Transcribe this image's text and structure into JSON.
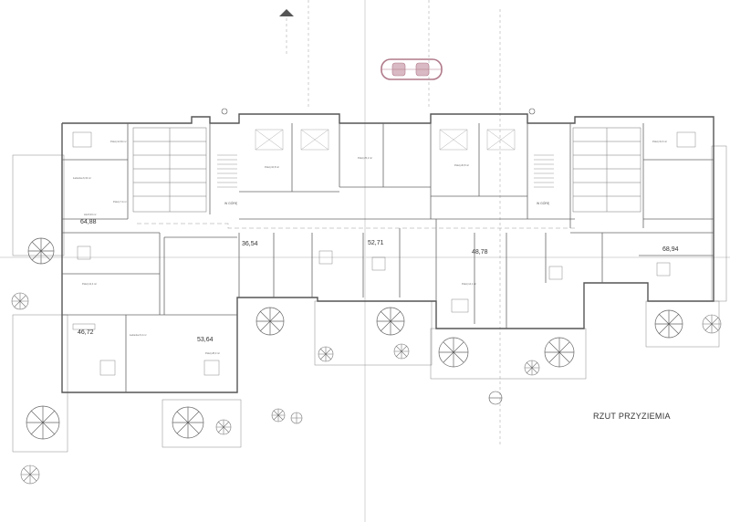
{
  "drawing": {
    "title": "RZUT PRZYZIEMIA",
    "stair_label": "W GÓRĘ",
    "colors": {
      "car": "#b07a8a",
      "lines": "#555555"
    }
  },
  "units": [
    {
      "id": "u1",
      "area": "64,88"
    },
    {
      "id": "u2",
      "area": "46,72"
    },
    {
      "id": "u3",
      "area": "36,54"
    },
    {
      "id": "u4",
      "area": "53,64"
    },
    {
      "id": "u5",
      "area": "52,71"
    },
    {
      "id": "u6",
      "area": "48,78"
    },
    {
      "id": "u7",
      "area": "68,94"
    }
  ],
  "rooms": {
    "r1": "Pokój 14,64 m²",
    "r2": "Łazienka 6,32 m²",
    "r3": "Pokój 7,4 m²",
    "r4": "Hol 8,33 m²",
    "r5": "Pokój 10,8 m²",
    "r6": "Pokój 25,2 m²",
    "r7": "Pokój 20,8 m²",
    "r8": "Pokój 31,6 m²",
    "r9": "Pokój 12,4 m²",
    "r10": "Łazienka 5,4 m²",
    "r11": "Pokój 28,3 m²",
    "r12": "Pokój 14,1 m²"
  }
}
